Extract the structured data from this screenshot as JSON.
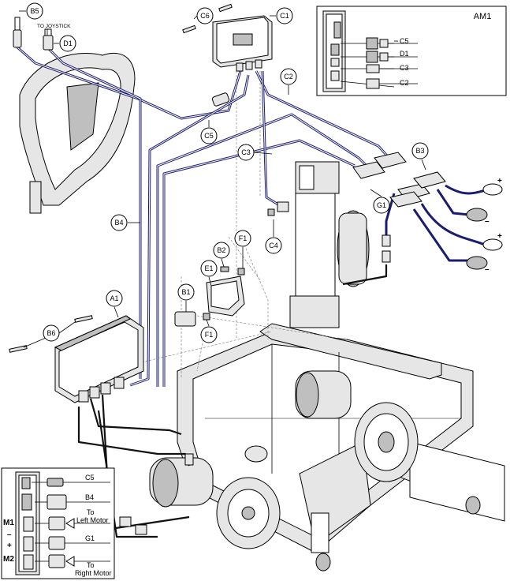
{
  "callouts": {
    "b5": "B5",
    "d1": "D1",
    "c6": "C6",
    "c1": "C1",
    "c2": "C2",
    "c3": "C3",
    "c4": "C4",
    "c5": "C5",
    "b4": "B4",
    "b3": "B3",
    "g1": "G1",
    "b2": "B2",
    "f1_top": "F1",
    "e1": "E1",
    "b1": "B1",
    "f1_bottom": "F1",
    "a1": "A1",
    "b6": "B6"
  },
  "to_joystick_label": "TO JOYSTICK",
  "inset_am1": {
    "title": "AM1",
    "labels": [
      "C5",
      "D1",
      "C3",
      "C2"
    ]
  },
  "inset_a1": {
    "labels": {
      "c5": "C5",
      "b4": "B4",
      "left_motor_to": "To",
      "left_motor_name": "Left Motor",
      "g1": "G1",
      "right_motor_to": "To",
      "right_motor_name": "Right Motor",
      "m1": "M1",
      "minus": "–",
      "plus": "+",
      "m2": "M2"
    }
  },
  "battery_terminals": {
    "plus": "+",
    "minus": "–"
  },
  "colors": {
    "harness": "#1c1c6e",
    "motor_cable": "#111111",
    "line": "#000000"
  }
}
